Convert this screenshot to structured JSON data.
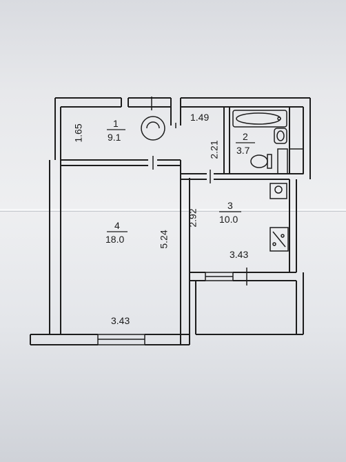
{
  "rooms": [
    {
      "number": "1",
      "area": "9.1"
    },
    {
      "number": "2",
      "area": "3.7"
    },
    {
      "number": "3",
      "area": "10.0"
    },
    {
      "number": "4",
      "area": "18.0"
    }
  ],
  "dimensions": {
    "hall_height": "1.65",
    "hall_door": "1.49",
    "bath_height": "2.21",
    "kitchen_height": "2.92",
    "kitchen_width": "3.43",
    "room_height": "5.24",
    "room_width": "3.43"
  }
}
